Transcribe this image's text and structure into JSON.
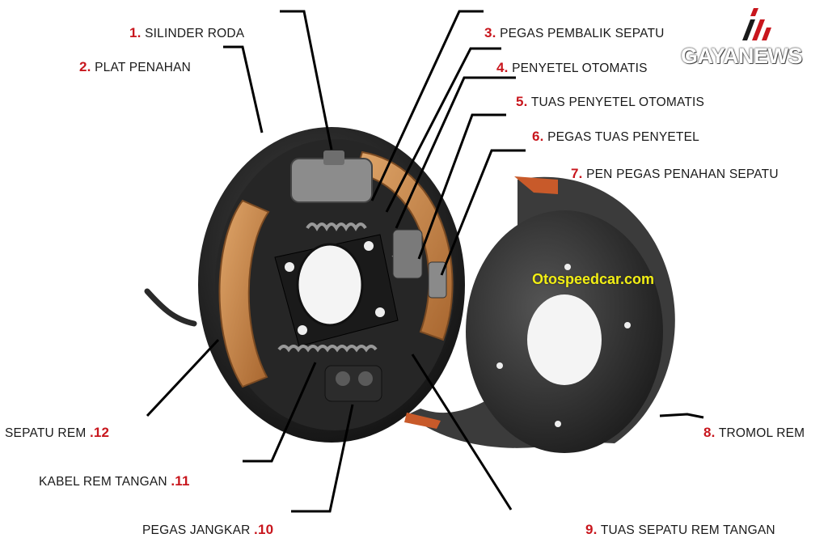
{
  "labels": [
    {
      "num": "1.",
      "text": "SILINDER RODA"
    },
    {
      "num": "2.",
      "text": "PLAT PENAHAN"
    },
    {
      "num": "3.",
      "text": "PEGAS PEMBALIK SEPATU"
    },
    {
      "num": "4.",
      "text": "PENYETEL OTOMATIS"
    },
    {
      "num": "5.",
      "text": "TUAS PENYETEL OTOMATIS"
    },
    {
      "num": "6.",
      "text": "PEGAS TUAS PENYETEL"
    },
    {
      "num": "7.",
      "text": "PEN PEGAS PENAHAN SEPATU"
    },
    {
      "num": "8.",
      "text": "TROMOL REM"
    },
    {
      "num": "9.",
      "text": "TUAS SEPATU REM TANGAN"
    },
    {
      "num": ".10",
      "text": "PEGAS JANGKAR"
    },
    {
      "num": ".11",
      "text": "KABEL REM TANGAN"
    },
    {
      "num": ".12",
      "text": "SEPATU REM"
    }
  ],
  "logo": {
    "name": "GAYANEWS",
    "icon": "slanted-bars-logo-icon",
    "accent": "#c8161d"
  },
  "watermark": "Otospeedcar.com",
  "colors": {
    "accent": "#c8161d",
    "shoe": "#c98a52",
    "plate": "#2a2a2a",
    "drum": "#3a3a3a",
    "watermark": "#f2ee14"
  }
}
